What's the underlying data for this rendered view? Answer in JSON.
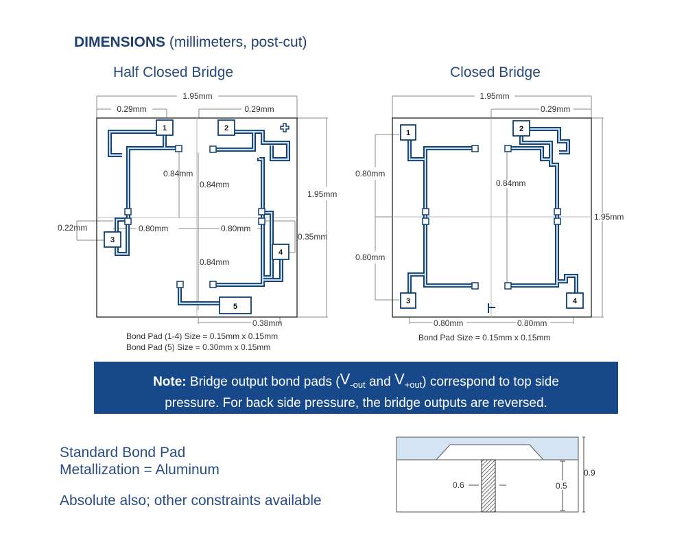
{
  "heading": {
    "bold": "DIMENSIONS",
    "rest": "(millimeters, post-cut)"
  },
  "left": {
    "title": "Half Closed Bridge",
    "labels": {
      "width": "1.95mm",
      "top_left": "0.29mm",
      "top_right": "0.29mm",
      "inner_a": "0.84mm",
      "inner_b": "0.84mm",
      "inner_c": "0.84mm",
      "height": "1.95mm",
      "side_left": "0.22mm",
      "mid_left": "0.80mm",
      "mid_right": "0.80mm",
      "side_right": "0.35mm",
      "bottom": "0.38mm"
    },
    "pads": [
      "1",
      "2",
      "3",
      "4",
      "5"
    ],
    "captions": [
      "Bond Pad (1-4) Size = 0.15mm x 0.15mm",
      "Bond Pad (5) Size = 0.30mm x 0.15mm"
    ]
  },
  "right": {
    "title": "Closed Bridge",
    "labels": {
      "width": "1.95mm",
      "top_right": "0.29mm",
      "left_upper": "0.80mm",
      "left_lower": "0.80mm",
      "inner": "0.84mm",
      "height": "1.95mm",
      "bottom_left": "0.80mm",
      "bottom_right": "0.80mm"
    },
    "pads": [
      "1",
      "2",
      "3",
      "4"
    ],
    "captions": [
      "Bond Pad Size = 0.15mm x 0.15mm"
    ]
  },
  "note": {
    "label": "Note:",
    "t1": " Bridge output bond pads (",
    "v": "V",
    "out_minus": "-out",
    "and": " and ",
    "out_plus": "+out",
    "t2": ") correspond to top side",
    "line2": "pressure. For back side pressure, the bridge outputs are reversed."
  },
  "metallization": {
    "line1": "Standard Bond Pad",
    "line2": "Metallization = Aluminum"
  },
  "absolute": "Absolute also; other constraints available",
  "section": {
    "a": "0.6",
    "b": "0.5",
    "c": "0.9"
  },
  "colors": {
    "trace": "#0f3f73",
    "trace_fill": "#c9def2",
    "heading": "#1f3f73",
    "note_bg": "#17498a",
    "dim": "#888888"
  }
}
